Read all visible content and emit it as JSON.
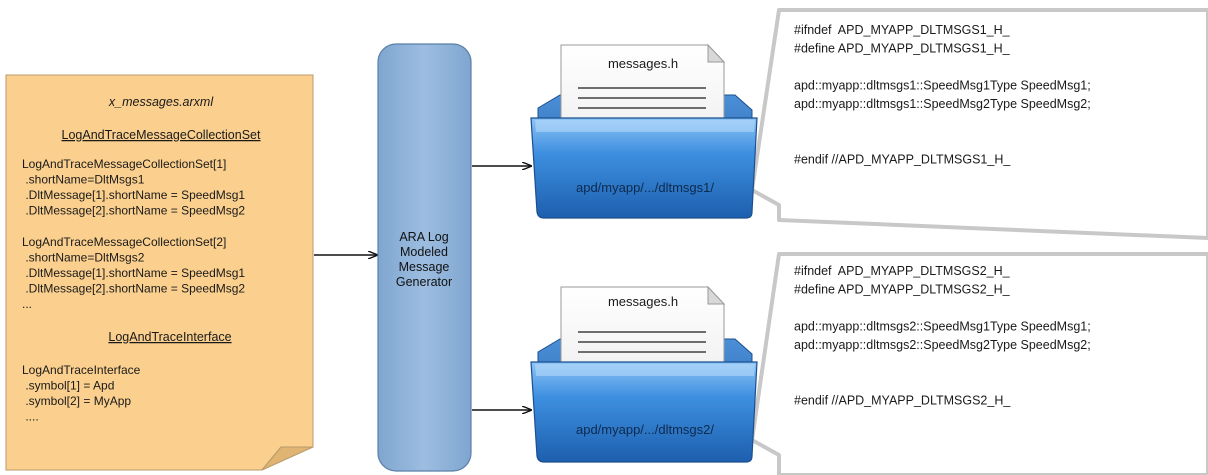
{
  "arxml": {
    "filename": "x_messages.arxml",
    "collection_set_heading": "LogAndTraceMessageCollectionSet",
    "collection_lines": [
      "LogAndTraceMessageCollectionSet[1]",
      " .shortName=DltMsgs1",
      " .DltMessage[1].shortName = SpeedMsg1",
      " .DltMessage[2].shortName = SpeedMsg2",
      "LogAndTraceMessageCollectionSet[2]",
      " .shortName=DltMsgs2",
      " .DltMessage[1].shortName = SpeedMsg1",
      " .DltMessage[2].shortName = SpeedMsg2",
      "..."
    ],
    "interface_heading": "LogAndTraceInterface",
    "interface_lines": [
      "LogAndTraceInterface",
      " .symbol[1] = Apd",
      " .symbol[2] = MyApp",
      " ...."
    ]
  },
  "generator": {
    "lines": [
      "ARA Log",
      "Modeled",
      "Message",
      "Generator"
    ]
  },
  "outputs": [
    {
      "header_file": "messages.h",
      "folder_path": "apd/myapp/.../dltmsgs1/",
      "code": [
        "#ifndef  APD_MYAPP_DLTMSGS1_H_",
        "#define APD_MYAPP_DLTMSGS1_H_",
        "",
        "apd::myapp::dltmsgs1::SpeedMsg1Type SpeedMsg1;",
        "apd::myapp::dltmsgs1::SpeedMsg2Type SpeedMsg2;",
        "",
        "",
        "#endif //APD_MYAPP_DLTMSGS1_H_"
      ]
    },
    {
      "header_file": "messages.h",
      "folder_path": "apd/myapp/.../dltmsgs2/",
      "code": [
        "#ifndef  APD_MYAPP_DLTMSGS2_H_",
        "#define APD_MYAPP_DLTMSGS2_H_",
        "",
        "apd::myapp::dltmsgs2::SpeedMsg1Type SpeedMsg1;",
        "apd::myapp::dltmsgs2::SpeedMsg2Type SpeedMsg2;",
        "",
        "",
        "#endif //APD_MYAPP_DLTMSGS2_H_"
      ]
    }
  ],
  "colors": {
    "arxml_fill": "#fbd08e",
    "arxml_stroke": "#b89a6a",
    "generator_fill": "#8eb1d6",
    "generator_stroke": "#5a7fa8",
    "folder_blue": "#2f7fd3",
    "page_stroke": "#c8c8c8"
  }
}
